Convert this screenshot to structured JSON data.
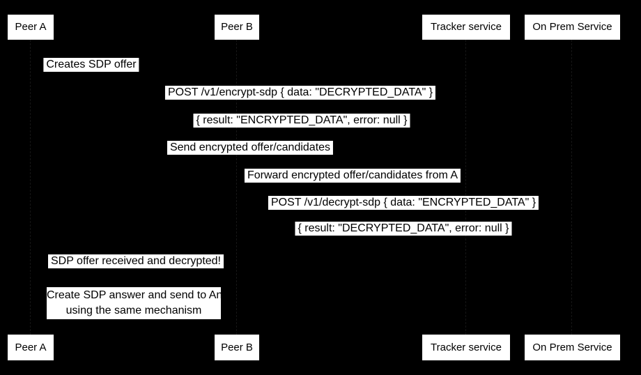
{
  "diagram": {
    "type": "sequence-diagram",
    "colors": {
      "background": "#000000",
      "box_fill": "#ffffff",
      "text": "#000000",
      "lifeline": "#161616"
    },
    "participants": [
      {
        "label": "Peer A"
      },
      {
        "label": "Peer B"
      },
      {
        "label": "Tracker service"
      },
      {
        "label": "On Prem Service"
      }
    ],
    "messages": [
      {
        "text": "Creates SDP offer",
        "from": "Peer A",
        "to": "Peer A"
      },
      {
        "text": "POST /v1/encrypt-sdp { data: \"DECRYPTED_DATA\" }",
        "from": "Peer A",
        "to": "On Prem Service"
      },
      {
        "text": "{ result: \"ENCRYPTED_DATA\", error: null }",
        "from": "On Prem Service",
        "to": "Peer A"
      },
      {
        "text": "Send encrypted offer/candidates",
        "from": "Peer A",
        "to": "Tracker service"
      },
      {
        "text": "Forward encrypted offer/candidates from A",
        "from": "Tracker service",
        "to": "Peer B"
      },
      {
        "text": "POST /v1/decrypt-sdp { data: \"ENCRYPTED_DATA\" }",
        "from": "Peer B",
        "to": "On Prem Service"
      },
      {
        "text": "{ result: \"DECRYPTED_DATA\", error: null }",
        "from": "On Prem Service",
        "to": "Peer B"
      },
      {
        "text": "SDP offer received and decrypted!",
        "from": "Peer B",
        "to": "Peer A"
      }
    ],
    "note": {
      "line1": "Create SDP answer and send to An",
      "line2": "using the same mechanism"
    }
  }
}
